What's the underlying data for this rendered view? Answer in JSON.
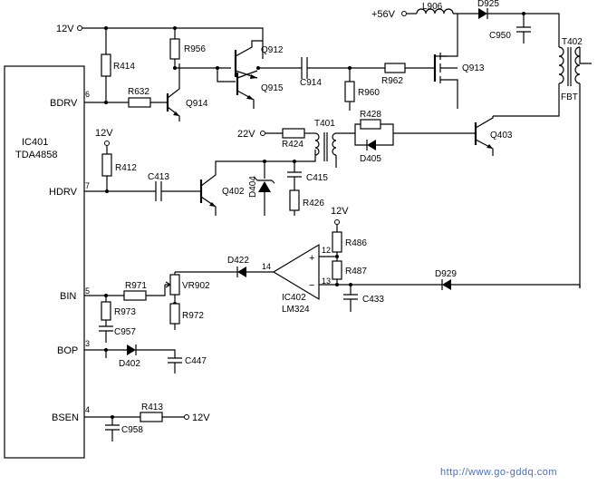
{
  "ic401": {
    "name": "IC401",
    "part": "TDA4858"
  },
  "ic402": {
    "name": "IC402",
    "part": "LM324"
  },
  "pins": {
    "bdrv": {
      "label": "BDRV",
      "num": "6"
    },
    "hdrv": {
      "label": "HDRV",
      "num": "7"
    },
    "bin": {
      "label": "BIN",
      "num": "5"
    },
    "bop": {
      "label": "BOP",
      "num": "3"
    },
    "bsen": {
      "label": "BSEN",
      "num": "4"
    }
  },
  "opamp_pins": {
    "out": "14",
    "in_plus": "12",
    "in_minus": "13"
  },
  "op_signs": {
    "plus": "+",
    "minus": "−"
  },
  "rails": {
    "v12_top": "12V",
    "v56": "+56V",
    "v12_r412": "12V",
    "v22": "22V",
    "v12_r486": "12V",
    "v12_bsen": "12V"
  },
  "components": {
    "r414": "R414",
    "r632": "R632",
    "q914": "Q914",
    "r956": "R956",
    "q912": "Q912",
    "q915": "Q915",
    "c914": "C914",
    "r960": "R960",
    "r962": "R962",
    "q913": "Q913",
    "l906": "L906",
    "d925": "D925",
    "c950": "C950",
    "t402": "T402",
    "fbt": "FBT",
    "r412": "R412",
    "c413": "C413",
    "q402": "Q402",
    "d404": "D404",
    "c415": "C415",
    "r426": "R426",
    "r424": "R424",
    "t401": "T401",
    "r428": "R428",
    "d405": "D405",
    "q403": "Q403",
    "r486": "R486",
    "r487": "R487",
    "c433": "C433",
    "d929": "D929",
    "d422": "D422",
    "vr902": "VR902",
    "r971": "R971",
    "r973": "R973",
    "r972": "R972",
    "c957": "C957",
    "d402": "D402",
    "c447": "C447",
    "r413": "R413",
    "c958": "C958"
  },
  "watermark": "http://www.go-gddq.com"
}
